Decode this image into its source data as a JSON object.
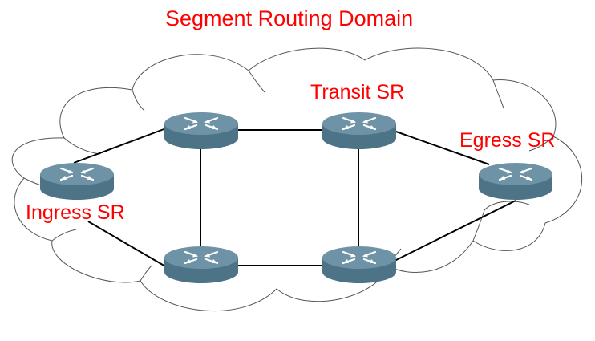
{
  "title": "Segment Routing Domain",
  "labels": {
    "transit": "Transit SR",
    "egress": "Egress SR",
    "ingress": "Ingress SR"
  },
  "colors": {
    "label": "#ff0000",
    "router_top": "#6f93a6",
    "router_side": "#4d7386",
    "link": "#000000",
    "cloud_stroke": "#555555"
  },
  "nodes": [
    {
      "id": "ingress-router",
      "icon": "router-icon"
    },
    {
      "id": "top-left-router",
      "icon": "router-icon"
    },
    {
      "id": "transit-router",
      "icon": "router-icon"
    },
    {
      "id": "egress-router",
      "icon": "router-icon"
    },
    {
      "id": "bottom-left-router",
      "icon": "router-icon"
    },
    {
      "id": "bottom-right-router",
      "icon": "router-icon"
    }
  ],
  "links": [
    [
      "ingress-router",
      "top-left-router"
    ],
    [
      "ingress-router",
      "bottom-left-router"
    ],
    [
      "top-left-router",
      "transit-router"
    ],
    [
      "top-left-router",
      "bottom-left-router"
    ],
    [
      "transit-router",
      "egress-router"
    ],
    [
      "transit-router",
      "bottom-right-router"
    ],
    [
      "bottom-left-router",
      "bottom-right-router"
    ],
    [
      "bottom-right-router",
      "egress-router"
    ]
  ]
}
